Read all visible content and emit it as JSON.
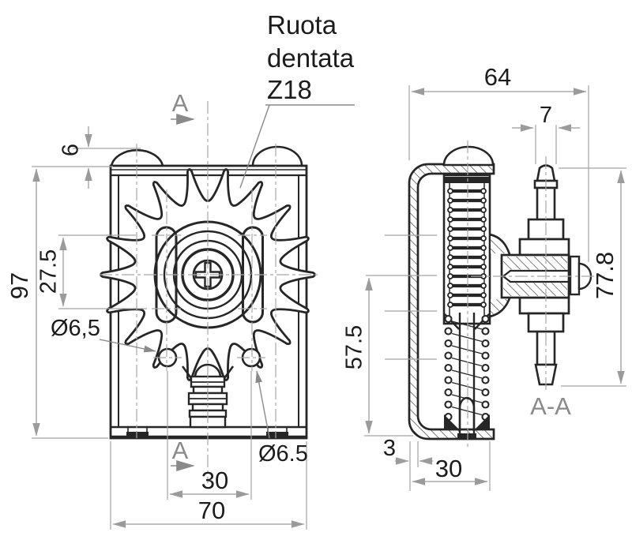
{
  "title": {
    "lines": [
      "Ruota",
      "dentata",
      "Z18"
    ]
  },
  "front_view": {
    "section_label_top": "A",
    "section_label_bottom": "A",
    "dim_dome_height": "6",
    "dim_total_height": "97",
    "dim_slot_length": "27.5",
    "dim_hole_dia_left": "Ø6,5",
    "dim_hole_dia_right": "Ø6.5",
    "dim_hole_spacing": "30",
    "dim_total_width": "70"
  },
  "section_view": {
    "label": "A-A",
    "dim_total_width": "64",
    "dim_pin_width": "7",
    "dim_overall_height": "77.8",
    "dim_body_height": "57.5",
    "dim_wall_thickness": "3",
    "dim_body_width": "30"
  },
  "colors": {
    "geometry_line": "#262626",
    "dimension_line": "#9b9b9b",
    "section_label": "#8a8a8a",
    "text": "#1c1c1c",
    "background": "#ffffff"
  }
}
